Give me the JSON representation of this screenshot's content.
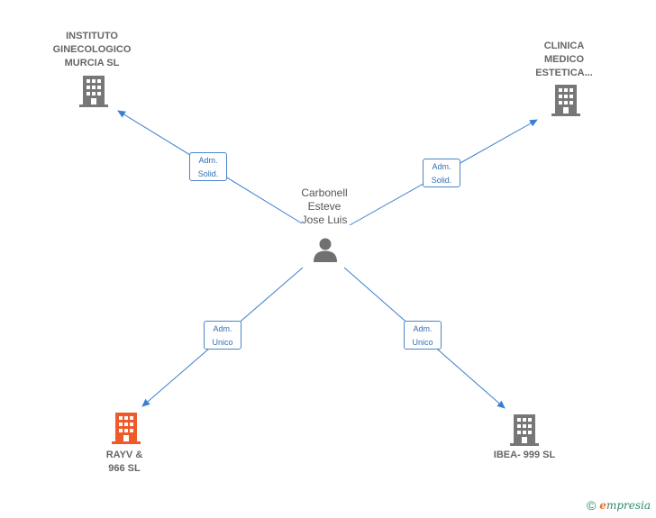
{
  "nodes": {
    "center": {
      "label": "Carbonell\nEsteve\nJose Luis",
      "icon": "person-icon"
    },
    "top_left": {
      "label": "INSTITUTO\nGINECOLOGICO\nMURCIA SL",
      "icon": "building-icon",
      "color": "#777777"
    },
    "top_right": {
      "label": "CLINICA\nMEDICO\nESTETICA...",
      "icon": "building-icon",
      "color": "#777777"
    },
    "bottom_left": {
      "label": "RAYV &\n966  SL",
      "icon": "building-icon",
      "color": "#f05a28"
    },
    "bottom_right": {
      "label": "IBEA- 999  SL",
      "icon": "building-icon",
      "color": "#777777"
    }
  },
  "edges": {
    "top_left": {
      "label": "Adm.\nSolid."
    },
    "top_right": {
      "label": "Adm.\nSolid."
    },
    "bottom_left": {
      "label": "Adm.\nUnico"
    },
    "bottom_right": {
      "label": "Adm.\nUnico"
    }
  },
  "colors": {
    "edge": "#3a7fcf",
    "edge_box_border": "#4a86c8",
    "highlight": "#f05a28"
  },
  "footer": {
    "copyright": "©",
    "brand_initial": "e",
    "brand_rest": "mpresia"
  }
}
